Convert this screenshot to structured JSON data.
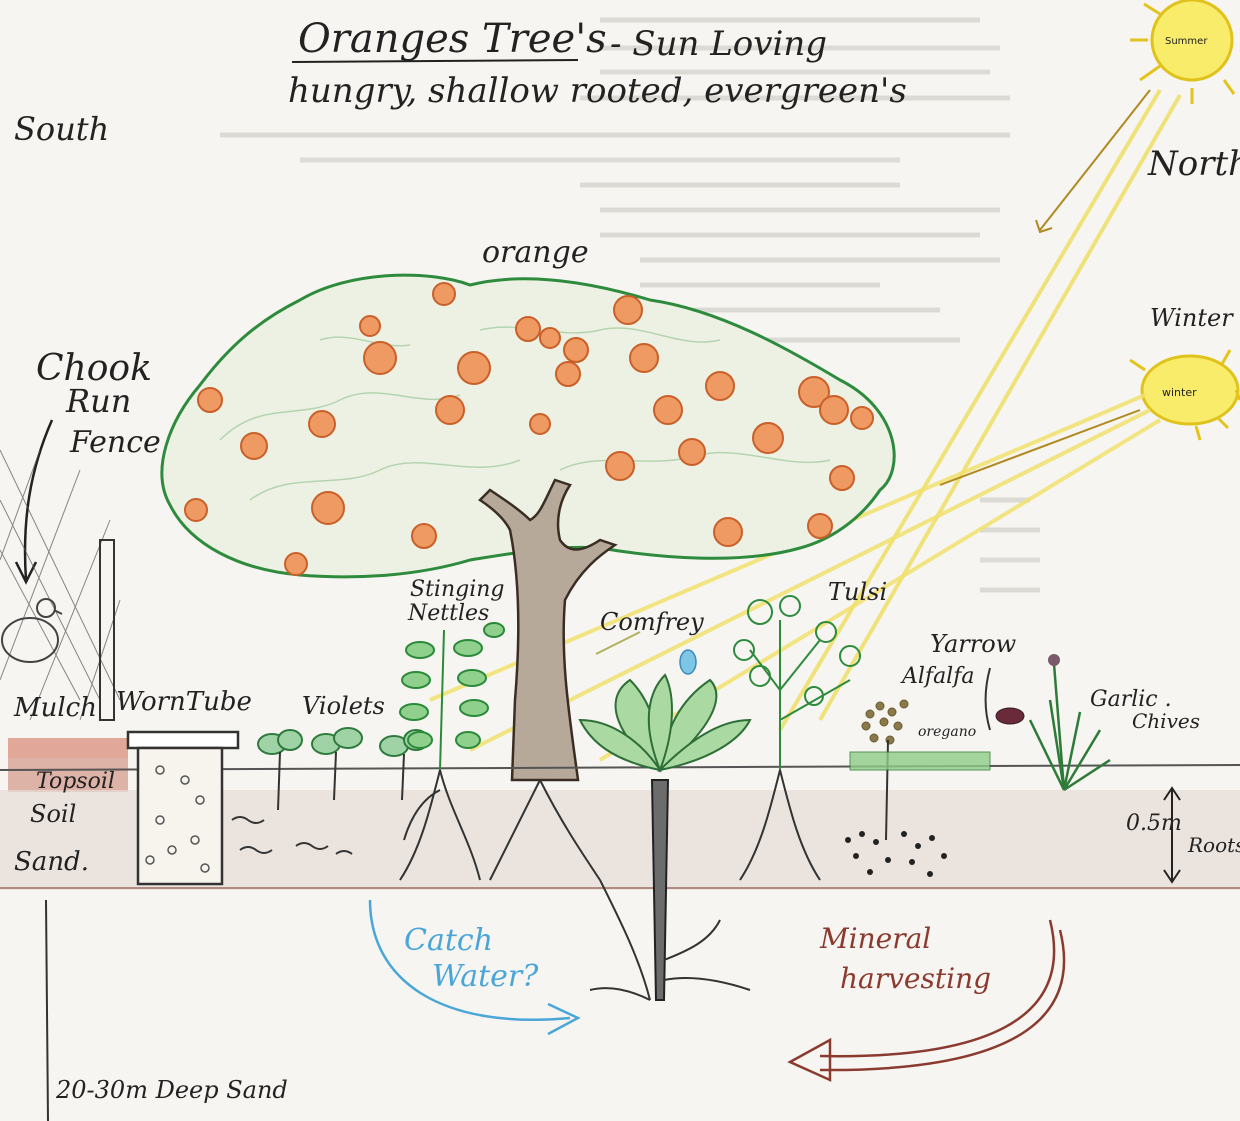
{
  "title": {
    "main": "Oranges Tree's",
    "suffix": "- Sun Loving",
    "subtitle": "hungry, shallow rooted, evergreen's"
  },
  "directions": {
    "south": "South",
    "north": "North"
  },
  "sun": {
    "summer": "Summer",
    "winter_heading": "Winter",
    "winter": "winter"
  },
  "fence": {
    "line1": "Chook",
    "line2": "Run",
    "line3": "Fence"
  },
  "tree": {
    "label": "orange"
  },
  "plants": {
    "stinging": "Stinging",
    "nettles": "Nettles",
    "comfrey": "Comfrey",
    "tulsi": "Tulsi",
    "yarrow": "Yarrow",
    "alfalfa": "Alfalfa",
    "oregano": "oregano",
    "garlic": "Garlic .",
    "chives": "Chives",
    "violets": "Violets"
  },
  "layers": {
    "mulch": "Mulch",
    "wormtube": "WornTube",
    "topsoil": "Topsoil",
    "soil": "Soil",
    "sand": "Sand."
  },
  "notes": {
    "catch_water_1": "Catch",
    "catch_water_2": "Water?",
    "mineral_1": "Mineral",
    "mineral_2": "harvesting",
    "depth_1": "0.5m",
    "depth_2": "Roots",
    "deep_sand": "20-30m Deep Sand"
  },
  "colors": {
    "canopy": "#2e8b3d",
    "fruit": "#e07a3c",
    "sun": "#f2dc3c",
    "catch_water": "#4aa6d8",
    "mineral": "#8a3a2e"
  }
}
